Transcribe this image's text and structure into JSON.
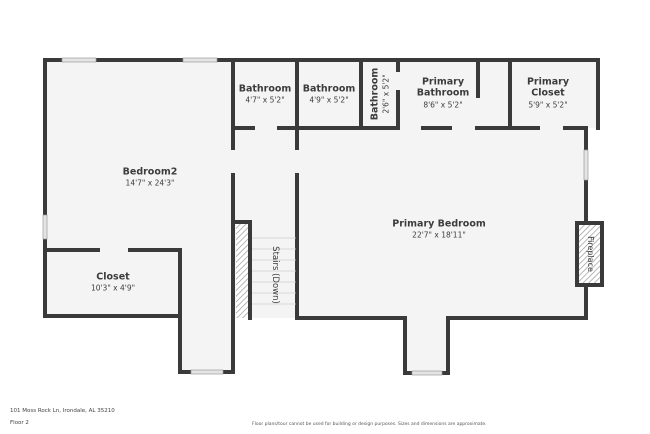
{
  "floorplan": {
    "rooms": [
      {
        "id": "bedroom2",
        "name": "Bedroom2",
        "dimensions": "14'7\" x 24'3\""
      },
      {
        "id": "closet",
        "name": "Closet",
        "dimensions": "10'3\" x 4'9\""
      },
      {
        "id": "bathroom1",
        "name": "Bathroom",
        "dimensions": "4'7\" x 5'2\""
      },
      {
        "id": "bathroom2",
        "name": "Bathroom",
        "dimensions": "4'9\" x 5'2\""
      },
      {
        "id": "bathroom3",
        "name": "Bathroom",
        "dimensions": "2'6\" x 5'2\""
      },
      {
        "id": "primary_bathroom",
        "name_line1": "Primary",
        "name_line2": "Bathroom",
        "dimensions": "8'6\" x 5'2\""
      },
      {
        "id": "primary_closet",
        "name_line1": "Primary",
        "name_line2": "Closet",
        "dimensions": "5'9\" x 5'2\""
      },
      {
        "id": "primary_bedroom",
        "name": "Primary Bedroom",
        "dimensions": "22'7\" x 18'11\""
      },
      {
        "id": "stairs",
        "name": "Stairs (Down)"
      },
      {
        "id": "fireplace",
        "name": "Fireplace"
      }
    ],
    "colors": {
      "wall": "#3a3a3a",
      "floor": "#f4f4f4",
      "window": "#dcdcdc",
      "background": "#ffffff"
    }
  },
  "footer": {
    "address": "101 Moss Rock Ln, Irondale, AL 35210",
    "floor": "Floor 2",
    "disclaimer": "Floor plans/tour cannot be used for building or design purposes. Sizes and dimensions are approximate."
  }
}
